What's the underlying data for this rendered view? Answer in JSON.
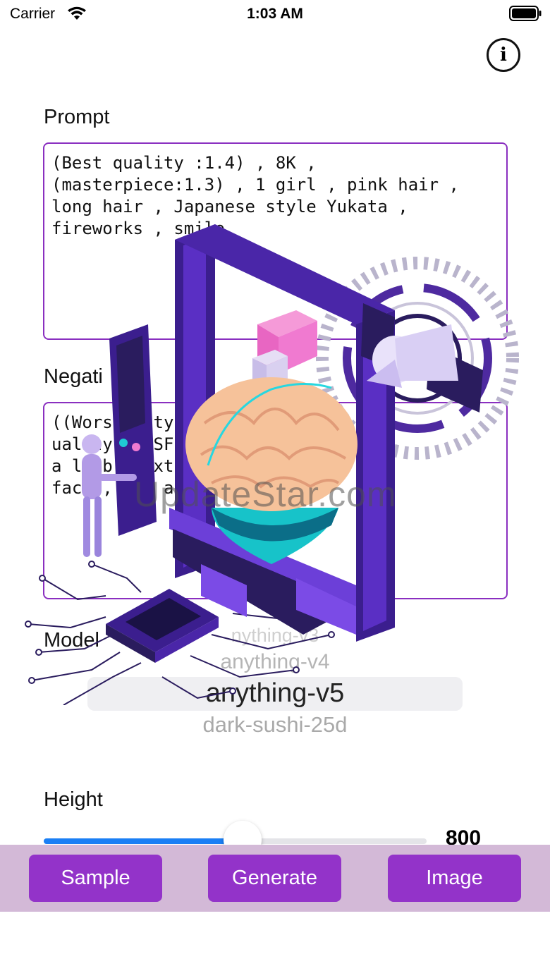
{
  "status_bar": {
    "carrier": "Carrier",
    "time": "1:03 AM"
  },
  "icons": {
    "info": "info-circle-icon",
    "wifi": "wifi-icon",
    "battery": "battery-icon"
  },
  "prompt": {
    "label": "Prompt",
    "value": "(Best quality :1.4) , 8K , (masterpiece:1.3) , 1 girl , pink hair , long hair , Japanese style Yukata , fireworks , smile"
  },
  "negative_prompt": {
    "label": "Negati",
    "value": "((Worse  ity                                  uality , NSF  ,  in                                a limb , ext  fin   ,  c                                face , bad ana  my"
  },
  "model": {
    "label": "Model",
    "options": [
      "nything-v3",
      "anything-v4",
      "anything-v5",
      "dark-sushi-25d"
    ],
    "selected": "anything-v5"
  },
  "height": {
    "label": "Height",
    "value_text": "800",
    "fraction": 0.52
  },
  "actions": {
    "sample": "Sample",
    "generate": "Generate",
    "image": "Image"
  },
  "watermark": "UpdateStar.com",
  "colors": {
    "accent": "#9333c9",
    "border": "#8a2fc0",
    "bar": "#d3b9d7",
    "slider": "#1a7ff5"
  }
}
